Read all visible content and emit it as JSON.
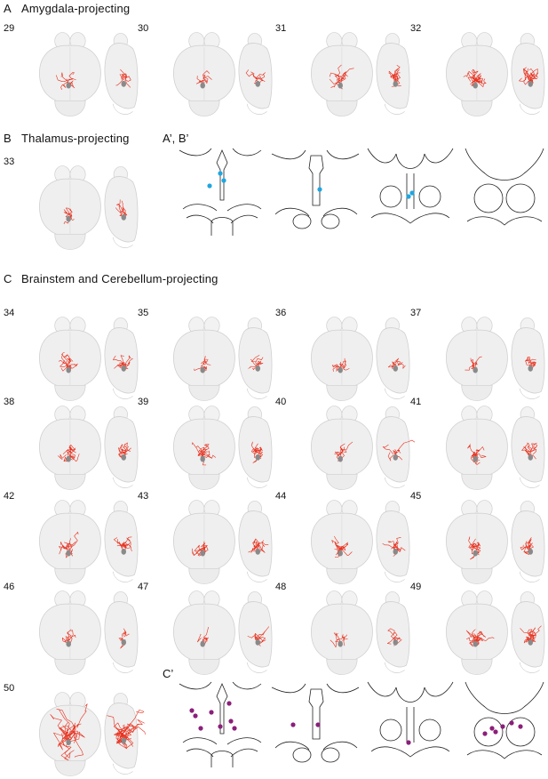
{
  "sections": {
    "a": {
      "letter": "A",
      "title": "Amygdala-projecting"
    },
    "b": {
      "letter": "B",
      "title": "Thalamus-projecting"
    },
    "c": {
      "letter": "C",
      "title": "Brainstem and Cerebellum-projecting"
    }
  },
  "sublabels": {
    "ab_prime": "A’, B’",
    "c_prime": "C’"
  },
  "colors": {
    "axon": "#e8301d",
    "soma": "#8a8a8a",
    "amygdala_dot": "#1fa6e0",
    "brainstem_dot": "#8b1f7a",
    "outline": "#222222"
  },
  "panels": [
    {
      "num": "29",
      "density": 1
    },
    {
      "num": "30",
      "density": 1
    },
    {
      "num": "31",
      "density": 2
    },
    {
      "num": "32",
      "density": 3
    },
    {
      "num": "33",
      "density": 1
    },
    {
      "num": "34",
      "density": 2
    },
    {
      "num": "35",
      "density": 1
    },
    {
      "num": "36",
      "density": 1
    },
    {
      "num": "37",
      "density": 1
    },
    {
      "num": "38",
      "density": 2
    },
    {
      "num": "39",
      "density": 2
    },
    {
      "num": "40",
      "density": 1
    },
    {
      "num": "41",
      "density": 2
    },
    {
      "num": "42",
      "density": 2
    },
    {
      "num": "43",
      "density": 2
    },
    {
      "num": "44",
      "density": 2
    },
    {
      "num": "45",
      "density": 2
    },
    {
      "num": "46",
      "density": 1
    },
    {
      "num": "47",
      "density": 1
    },
    {
      "num": "48",
      "density": 1
    },
    {
      "num": "49",
      "density": 3
    },
    {
      "num": "50",
      "density": 4
    }
  ]
}
